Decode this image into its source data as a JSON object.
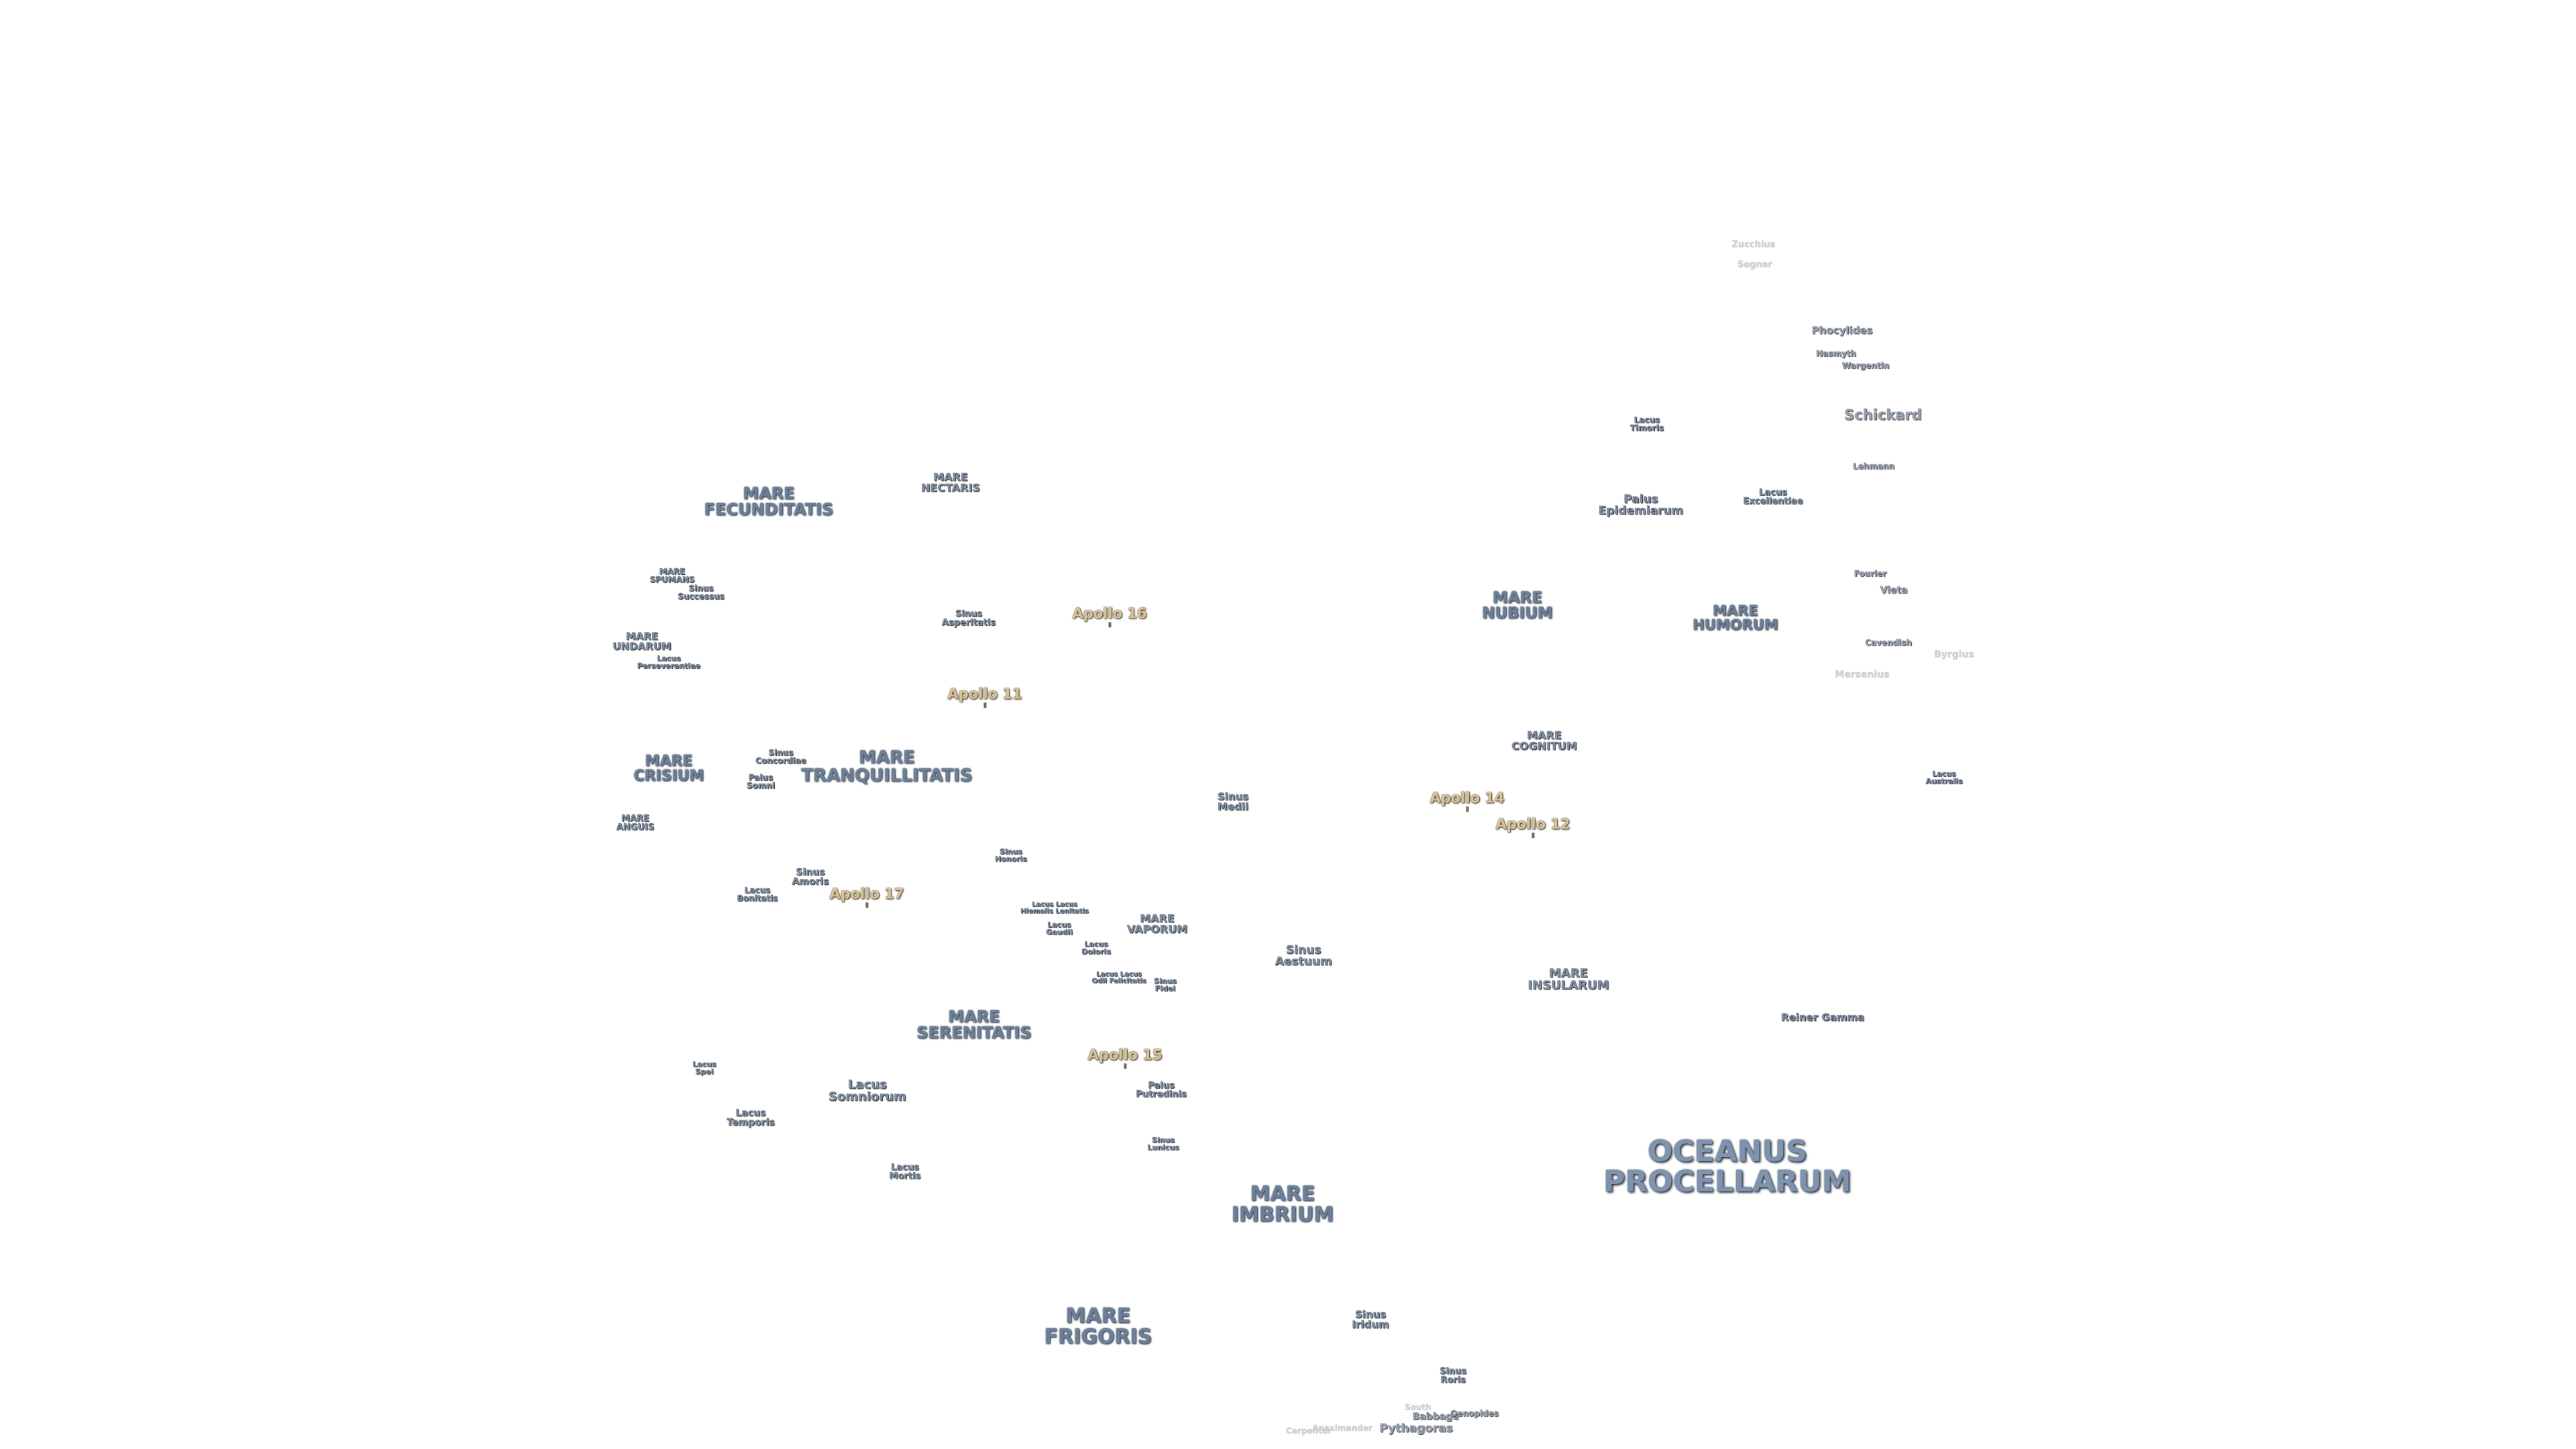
{
  "labels": [
    {
      "id": "oceanus-procellarum",
      "text": "OCEANUS\nPROCELLARUM",
      "kind": "ocean"
    },
    {
      "id": "mare-imbrium",
      "text": "MARE\nIMBRIUM",
      "kind": "mare"
    },
    {
      "id": "mare-frigoris",
      "text": "MARE\nFRIGORIS",
      "kind": "mare"
    },
    {
      "id": "mare-serenitatis",
      "text": "MARE\nSERENITATIS",
      "kind": "mare"
    },
    {
      "id": "mare-tranquillitatis",
      "text": "MARE\nTRANQUILLITATIS",
      "kind": "mare"
    },
    {
      "id": "mare-fecunditatis",
      "text": "MARE\nFECUNDITATIS",
      "kind": "mare"
    },
    {
      "id": "mare-crisium",
      "text": "MARE\nCRISIUM",
      "kind": "mare"
    },
    {
      "id": "mare-nubium",
      "text": "MARE\nNUBIUM",
      "kind": "mare"
    },
    {
      "id": "mare-humorum",
      "text": "MARE\nHUMORUM",
      "kind": "mare"
    },
    {
      "id": "mare-nectaris",
      "text": "MARE\nNECTARIS",
      "kind": "small"
    },
    {
      "id": "mare-insularum",
      "text": "MARE\nINSULARUM",
      "kind": "small"
    },
    {
      "id": "mare-cognitum",
      "text": "MARE\nCOGNITUM",
      "kind": "small"
    },
    {
      "id": "mare-vaporum",
      "text": "MARE\nVAPORUM",
      "kind": "small"
    },
    {
      "id": "mare-spumans",
      "text": "MARE\nSPUMANS",
      "kind": "small"
    },
    {
      "id": "mare-undarum",
      "text": "MARE\nUNDARUM",
      "kind": "small"
    },
    {
      "id": "mare-anguis",
      "text": "MARE\nANGUIS",
      "kind": "small"
    },
    {
      "id": "apollo-11",
      "text": "Apollo 11",
      "kind": "apollo"
    },
    {
      "id": "apollo-12",
      "text": "Apollo 12",
      "kind": "apollo"
    },
    {
      "id": "apollo-14",
      "text": "Apollo 14",
      "kind": "apollo"
    },
    {
      "id": "apollo-15",
      "text": "Apollo 15",
      "kind": "apollo"
    },
    {
      "id": "apollo-16",
      "text": "Apollo 16",
      "kind": "apollo"
    },
    {
      "id": "apollo-17",
      "text": "Apollo 17",
      "kind": "apollo"
    },
    {
      "id": "sinus-iridum",
      "text": "Sinus\nIridum",
      "kind": "small"
    },
    {
      "id": "sinus-roris",
      "text": "Sinus\nRoris",
      "kind": "small"
    },
    {
      "id": "sinus-aestuum",
      "text": "Sinus\nAestuum",
      "kind": "small"
    },
    {
      "id": "sinus-medii",
      "text": "Sinus\nMedii",
      "kind": "small"
    },
    {
      "id": "sinus-asperitatis",
      "text": "Sinus\nAsperitatis",
      "kind": "small"
    },
    {
      "id": "sinus-concordiae",
      "text": "Sinus\nConcordiae",
      "kind": "small"
    },
    {
      "id": "sinus-successus",
      "text": "Sinus\nSuccessus",
      "kind": "small"
    },
    {
      "id": "sinus-amoris",
      "text": "Sinus\nAmoris",
      "kind": "small"
    },
    {
      "id": "sinus-honoris",
      "text": "Sinus\nHonoris",
      "kind": "small"
    },
    {
      "id": "sinus-fidei",
      "text": "Sinus\nFidei",
      "kind": "small"
    },
    {
      "id": "sinus-lunicus",
      "text": "Sinus\nLunicus",
      "kind": "small"
    },
    {
      "id": "lacus-somniorum",
      "text": "Lacus\nSomniorum",
      "kind": "small"
    },
    {
      "id": "lacus-temporis",
      "text": "Lacus\nTemporis",
      "kind": "small"
    },
    {
      "id": "lacus-mortis",
      "text": "Lacus\nMortis",
      "kind": "small"
    },
    {
      "id": "lacus-spei",
      "text": "Lacus\nSpei",
      "kind": "small"
    },
    {
      "id": "lacus-bonitatis",
      "text": "Lacus\nBonitatis",
      "kind": "small"
    },
    {
      "id": "lacus-perseverantiae",
      "text": "Lacus\nPerseverantiae",
      "kind": "small"
    },
    {
      "id": "lacus-timoris",
      "text": "Lacus\nTimoris",
      "kind": "small"
    },
    {
      "id": "lacus-excellentiae",
      "text": "Lacus\nExcellentiae",
      "kind": "small"
    },
    {
      "id": "lacus-gaudii",
      "text": "Lacus\nGaudii",
      "kind": "small"
    },
    {
      "id": "lacus-doloris",
      "text": "Lacus\nDoloris",
      "kind": "small"
    },
    {
      "id": "lacus-hiemalis",
      "text": "Lacus Lacus\nHiemalis Lenitatis",
      "kind": "small"
    },
    {
      "id": "lacus-odii",
      "text": "Lacus Lacus\nOdii Felicitatis",
      "kind": "small"
    },
    {
      "id": "lacus-australis",
      "text": "Lacus\nAustralis",
      "kind": "small"
    },
    {
      "id": "palus-putredinis",
      "text": "Palus\nPutredinis",
      "kind": "small"
    },
    {
      "id": "palus-somni",
      "text": "Palus\nSomni",
      "kind": "small"
    },
    {
      "id": "palus-epidemiarum",
      "text": "Palus\nEpidemiarum",
      "kind": "small"
    },
    {
      "id": "reiner-gamma",
      "text": "Reiner Gamma",
      "kind": "small"
    },
    {
      "id": "schickard",
      "text": "Schickard",
      "kind": "crater"
    },
    {
      "id": "phocylides",
      "text": "Phocylides",
      "kind": "crater"
    },
    {
      "id": "nasmyth",
      "text": "Nasmyth",
      "kind": "crater"
    },
    {
      "id": "wargentin",
      "text": "Wargentin",
      "kind": "crater"
    },
    {
      "id": "lehmann",
      "text": "Lehmann",
      "kind": "crater"
    },
    {
      "id": "fourier",
      "text": "Fourier",
      "kind": "crater"
    },
    {
      "id": "vieta",
      "text": "Vieta",
      "kind": "crater"
    },
    {
      "id": "cavendish",
      "text": "Cavendish",
      "kind": "crater"
    },
    {
      "id": "mersenius",
      "text": "Mersenius",
      "kind": "faint"
    },
    {
      "id": "byrgius",
      "text": "Byrgius",
      "kind": "faint"
    },
    {
      "id": "zucchius",
      "text": "Zucchius",
      "kind": "faint"
    },
    {
      "id": "segner",
      "text": "Segner",
      "kind": "faint"
    },
    {
      "id": "pythagoras",
      "text": "Pythagoras",
      "kind": "crater"
    },
    {
      "id": "babbage",
      "text": "Babbage",
      "kind": "crater"
    },
    {
      "id": "south",
      "text": "South",
      "kind": "faint"
    },
    {
      "id": "oenopides",
      "text": "Oenopides",
      "kind": "crater"
    },
    {
      "id": "anaximander",
      "text": "Anaximander",
      "kind": "faint"
    },
    {
      "id": "carpenter",
      "text": "Carpenter",
      "kind": "faint"
    }
  ]
}
